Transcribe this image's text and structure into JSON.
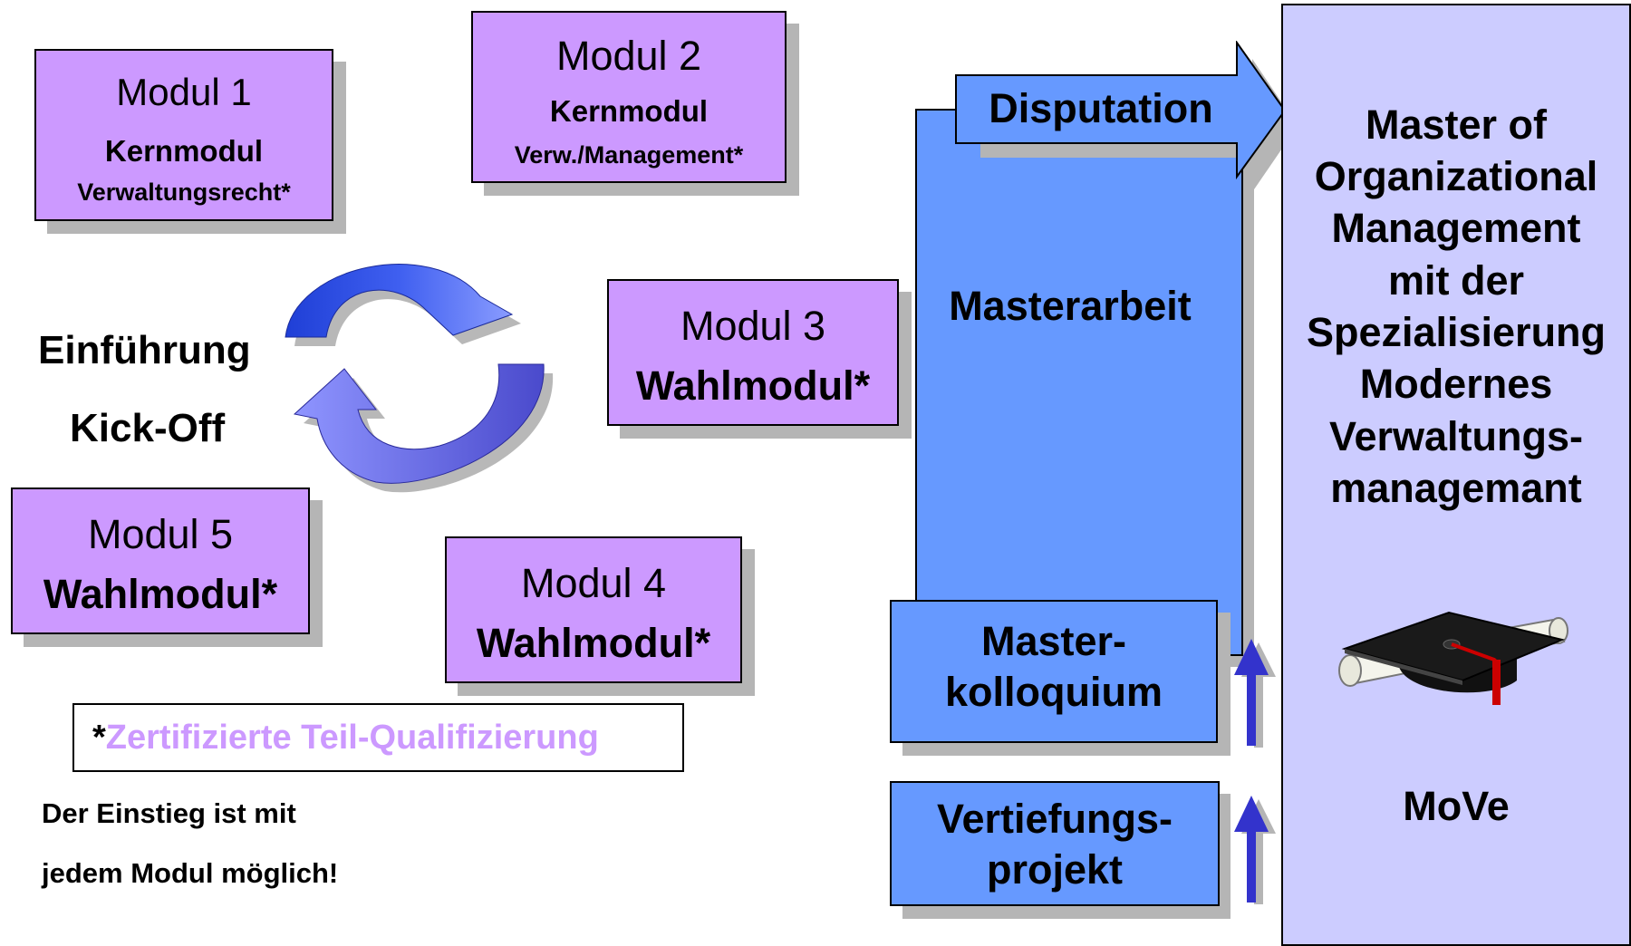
{
  "modules": {
    "m1": {
      "title": "Modul 1",
      "type": "Kernmodul",
      "sub": "Verwaltungsrecht*"
    },
    "m2": {
      "title": "Modul 2",
      "type": "Kernmodul",
      "sub": "Verw./Management*"
    },
    "m3": {
      "title": "Modul 3",
      "type": "Wahlmodul*"
    },
    "m4": {
      "title": "Modul 4",
      "type": "Wahlmodul*"
    },
    "m5": {
      "title": "Modul 5",
      "type": "Wahlmodul*"
    }
  },
  "intro": {
    "line1": "Einführung",
    "line2": "Kick-Off"
  },
  "legend": {
    "star": "*",
    "text": "Zertifizierte Teil-Qualifizierung"
  },
  "note": {
    "line1": "Der Einstieg ist mit",
    "line2": "jedem Modul möglich!"
  },
  "blocks": {
    "disputation": "Disputation",
    "masterarbeit": "Masterarbeit",
    "kolloquium_l1": "Master-",
    "kolloquium_l2": "kolloquium",
    "vertiefung_l1": "Vertiefungs-",
    "vertiefung_l2": "projekt"
  },
  "degree": {
    "lines": [
      "Master of",
      "Organizational",
      "Management",
      "mit der",
      "Spezialisierung",
      "Modernes",
      "Verwaltungs-",
      "managemant"
    ],
    "abbr": "MoVe"
  },
  "colors": {
    "module_fill": "#cc99ff",
    "block_fill": "#6699ff",
    "degree_fill": "#ccccff",
    "legend_text": "#cc99ff",
    "arrow_dark": "#3333cc"
  },
  "icons": [
    "cycle-arrows-icon",
    "graduation-cap-icon",
    "up-arrow-icon"
  ]
}
